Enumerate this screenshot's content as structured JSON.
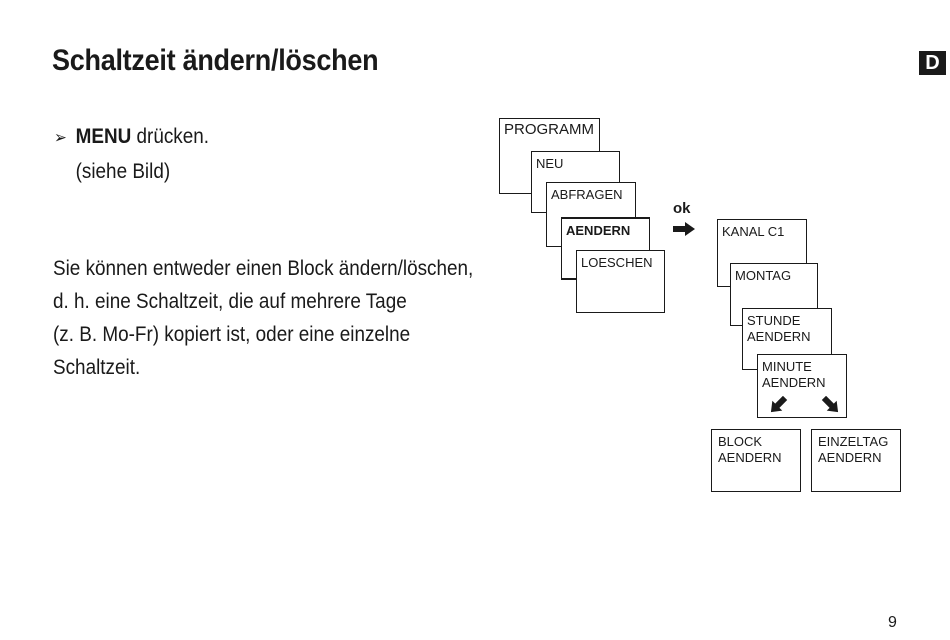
{
  "page": {
    "title": "Schaltzeit ändern/löschen",
    "lang_badge": "D",
    "page_number": "9"
  },
  "instruction": {
    "bullet": "➢",
    "keyword": "MENU",
    "action": " drücken.",
    "note": "(siehe Bild)"
  },
  "description": {
    "lines": [
      "Sie können entweder einen Block ändern/löschen,",
      "d. h. eine Schaltzeit, die auf mehrere Tage",
      "(z. B. Mo-Fr) kopiert ist, oder eine einzelne",
      "Schaltzeit."
    ]
  },
  "diagram": {
    "menu": {
      "programm": "PROGRAMM",
      "neu": "NEU",
      "abfragen": "ABFRAGEN",
      "aendern": "AENDERN",
      "loeschen": "LOESCHEN"
    },
    "ok_label": "ok",
    "submenu": {
      "kanal": "KANAL C1",
      "montag": "MONTAG",
      "stunde": [
        "STUNDE",
        "AENDERN"
      ],
      "minute": [
        "MINUTE",
        "AENDERN"
      ]
    },
    "options": {
      "block": [
        "BLOCK",
        "AENDERN"
      ],
      "einzeltag": [
        "EINZELTAG",
        "AENDERN"
      ]
    },
    "arrow_icons": [
      "arrow-right-icon",
      "arrow-down-left-icon",
      "arrow-down-right-icon"
    ]
  }
}
